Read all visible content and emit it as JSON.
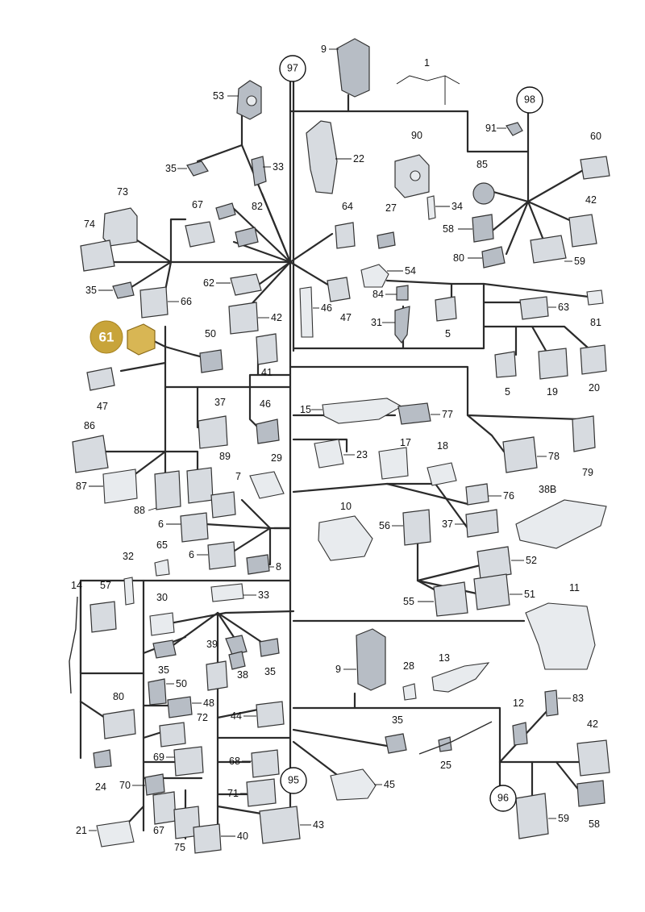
{
  "diagram": {
    "highlight": {
      "label": "61",
      "color": "#c8a43a"
    },
    "circles": [
      {
        "id": "c97",
        "label": "97"
      },
      {
        "id": "c98",
        "label": "98"
      },
      {
        "id": "c95",
        "label": "95"
      },
      {
        "id": "c96",
        "label": "96"
      }
    ],
    "callouts": [
      "9",
      "1",
      "53",
      "22",
      "35",
      "33",
      "90",
      "91",
      "60",
      "73",
      "67",
      "82",
      "64",
      "27",
      "34",
      "85",
      "42",
      "74",
      "58",
      "80",
      "59",
      "54",
      "35",
      "66",
      "62",
      "46",
      "47",
      "42",
      "84",
      "63",
      "81",
      "31",
      "5",
      "50",
      "41",
      "47",
      "37",
      "46",
      "5",
      "19",
      "20",
      "86",
      "15",
      "77",
      "23",
      "17",
      "18",
      "78",
      "89",
      "29",
      "79",
      "7",
      "87",
      "88",
      "6",
      "76",
      "38B",
      "10",
      "37",
      "56",
      "6",
      "65",
      "8",
      "32",
      "52",
      "14",
      "57",
      "33",
      "30",
      "55",
      "51",
      "11",
      "39",
      "35",
      "38",
      "35",
      "9",
      "28",
      "13",
      "50",
      "80",
      "48",
      "72",
      "44",
      "12",
      "83",
      "35",
      "42",
      "69",
      "68",
      "25",
      "70",
      "95",
      "45",
      "71",
      "24",
      "96",
      "21",
      "67",
      "40",
      "43",
      "59",
      "58",
      "75"
    ]
  }
}
